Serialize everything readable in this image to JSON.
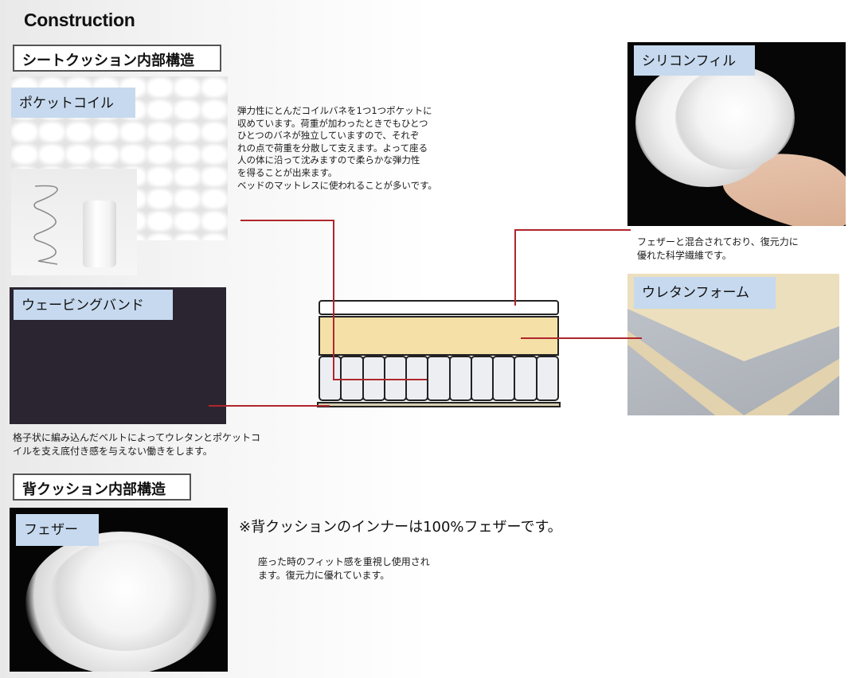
{
  "page": {
    "title": "Construction"
  },
  "seat_section": {
    "heading": "シートクッション内部構造",
    "pocket_coil": {
      "label": "ポケットコイル",
      "description": "弾力性にとんだコイルバネを1つ1つポケットに\n収めています。荷重が加わったときでもひとつ\nひとつのバネが独立していますので、それぞ\nれの点で荷重を分散して支えます。よって座る\n人の体に沿って沈みますので柔らかな弾力性\nを得ることが出来ます。\nベッドのマットレスに使われることが多いです。"
    },
    "webbing_band": {
      "label": "ウェービングバンド",
      "description": "格子状に編み込んだベルトによってウレタンとポケットコ\nイルを支え底付き感を与えない働きをします。"
    },
    "silicon_fill": {
      "label": "シリコンフィル",
      "description": "フェザーと混合されており、復元力に\n優れた科学繊維です。"
    },
    "urethane_foam": {
      "label": "ウレタンフォーム"
    }
  },
  "back_section": {
    "heading": "背クッション内部構造",
    "feather": {
      "label": "フェザー"
    },
    "note": "※背クッションのインナーは100%フェザーです。",
    "description": "座った時のフィット感を重視し使用され\nます。復元力に優れています。"
  },
  "diagram": {
    "coil_count": 11,
    "colors": {
      "leader_line": "#b0262b",
      "foam_layer": "#f5e0a8",
      "coil_fill": "#eceef2",
      "band": "#d6cfb0",
      "label_tag": "#c6d9ee"
    }
  }
}
